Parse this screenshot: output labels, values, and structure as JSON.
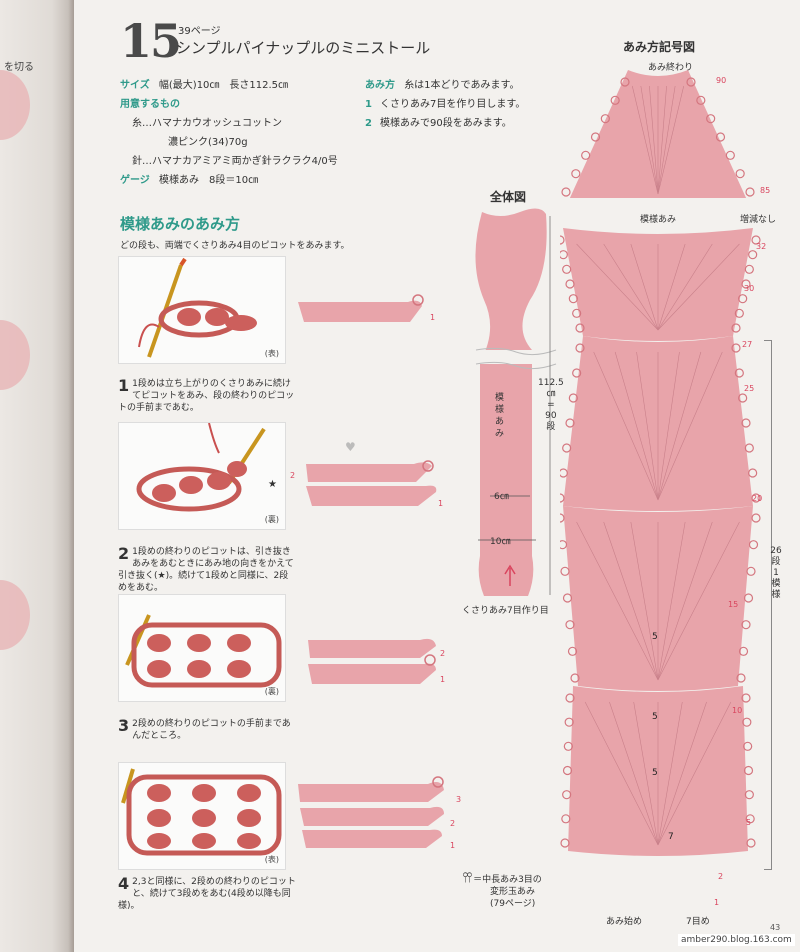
{
  "gutter": {
    "text": "を切る"
  },
  "header": {
    "number": "15",
    "page_ref": "39ページ",
    "title": "シンプルパイナップルのミニストール"
  },
  "specs": {
    "size_label": "サイズ",
    "size_value": "幅(最大)10㎝　長さ112.5㎝",
    "materials_label": "用意するもの",
    "yarn_line1": "糸…ハマナカウオッシュコットン",
    "yarn_line2": "濃ピンク(34)70g",
    "needle_line": "針…ハマナカアミアミ両かぎ針ラクラク4/0号",
    "gauge_label": "ゲージ",
    "gauge_value": "模様あみ　8段＝10㎝"
  },
  "howto": {
    "label": "あみ方",
    "intro": "糸は1本どりであみます。",
    "step1_num": "1",
    "step1": "くさりあみ7目を作り目します。",
    "step2_num": "2",
    "step2": "模様あみで90段をあみます。"
  },
  "section": {
    "title": "模様あみのあみ方",
    "subtitle": "どの段も、両端でくさりあみ4目のピコットをあみます。"
  },
  "steps": [
    {
      "num": "1",
      "text": "1段めは立ち上がりのくさりあみに続けてピコットをあみ、段の終わりのピコットの手前まであむ。",
      "side": "(表)",
      "rows": [
        "1"
      ]
    },
    {
      "num": "2",
      "text": "1段めの終わりのピコットは、引き抜きあみをあむときにあみ地の向きをかえて引き抜く(★)。続けて1段めと同様に、2段めをあむ。",
      "side": "(裏)",
      "rows": [
        "2",
        "1"
      ]
    },
    {
      "num": "3",
      "text": "2段めの終わりのピコットの手前まであんだところ。",
      "side": "(裏)",
      "rows": [
        "2",
        "1"
      ]
    },
    {
      "num": "4",
      "text": "2,3と同様に、2段めの終わりのピコットと、続けて3段めをあむ(4段め以降も同様)。",
      "side": "(表)",
      "rows": [
        "3",
        "2",
        "1"
      ]
    }
  ],
  "step2_star": "★",
  "overall": {
    "title": "全体図",
    "length": "112.5",
    "length_unit": "㎝",
    "eq": "=",
    "rows": "90",
    "rows_unit": "段",
    "pattern": "模様あみ",
    "width_6": "6㎝",
    "width_10": "10㎝",
    "cast_on": "くさりあみ7目作り目"
  },
  "chart": {
    "title": "あみ方記号図",
    "end_label": "あみ終わり",
    "start_label": "あみ始め",
    "pattern_label": "模様あみ",
    "no_change": "増減なし",
    "stitch7": "7目め",
    "repeat_count": "26段",
    "repeat_sep": "1",
    "repeat_unit": "模様",
    "row_numbers": [
      "90",
      "85",
      "32",
      "30",
      "27",
      "25",
      "20",
      "15",
      "10",
      "5",
      "2",
      "1"
    ],
    "inner_marks": [
      "5",
      "5",
      "5",
      "7"
    ]
  },
  "legend": {
    "symbol_text": "＝中長あみ3目の",
    "line2": "変形玉あみ",
    "line3": "(79ページ)"
  },
  "footer": {
    "url": "amber290.blog.163.com",
    "page": "43"
  },
  "colors": {
    "accent": "#2f9a8a",
    "pink": "#e8a4aa",
    "row_number": "#d9455e"
  }
}
